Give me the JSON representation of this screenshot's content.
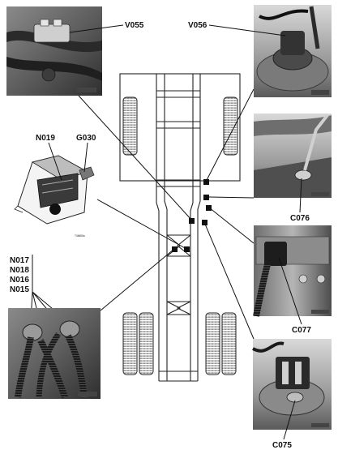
{
  "labels": {
    "V055": "V055",
    "V056": "V056",
    "N019": "N019",
    "G030": "G030",
    "N017": "N017",
    "N018": "N018",
    "N016": "N016",
    "N015": "N015",
    "C076": "C076",
    "C077": "C077",
    "C075": "C075"
  }
}
